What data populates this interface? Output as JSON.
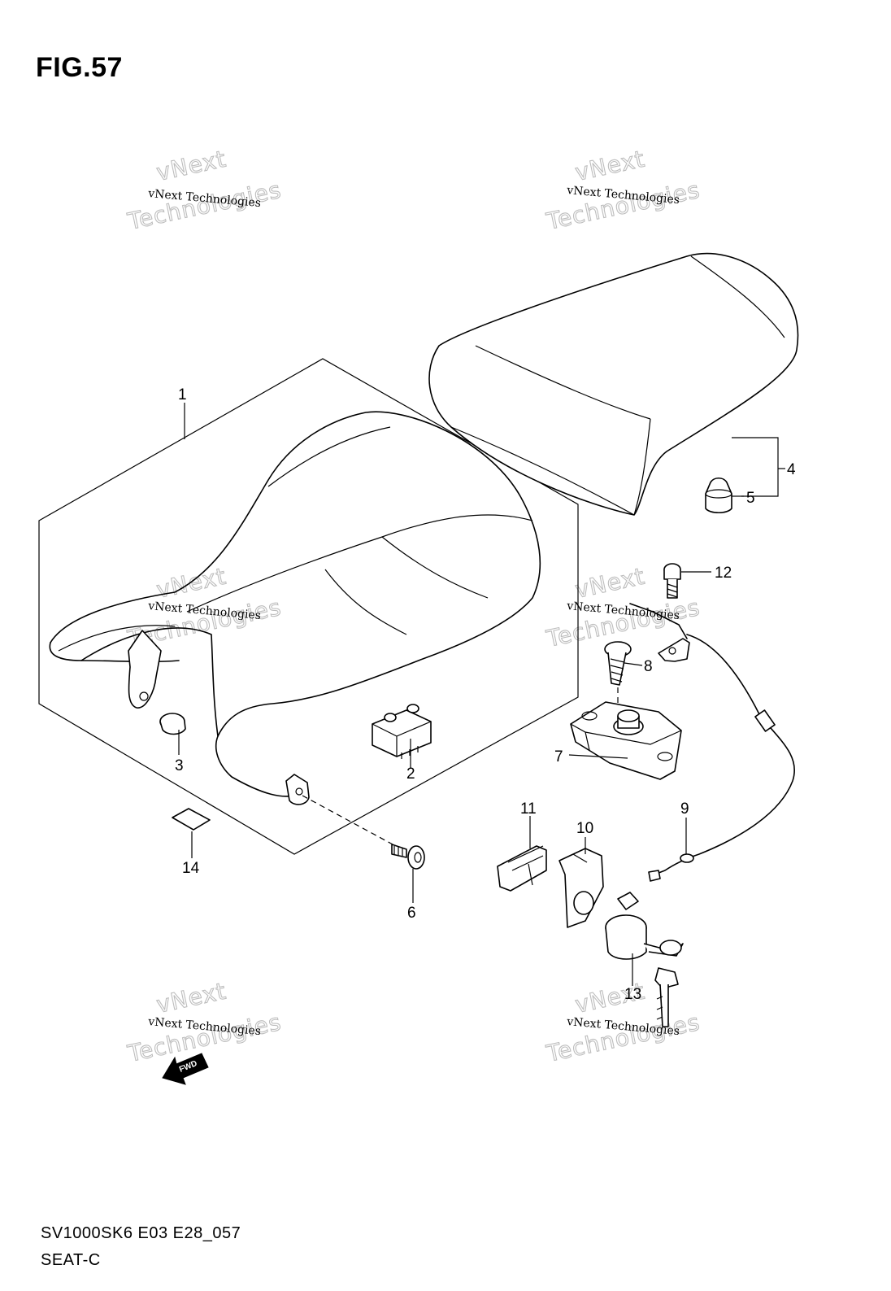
{
  "figure": {
    "title": "FIG.57",
    "model_code": "SV1000SK6 E03 E28_057",
    "section_name": "SEAT-C"
  },
  "watermark": {
    "line_small": "vNext Technologies",
    "line_top": "vNext",
    "line_bottom": "Technologies"
  },
  "fwd_label": "FWD",
  "callouts": [
    {
      "id": "1",
      "label": "1"
    },
    {
      "id": "2",
      "label": "2"
    },
    {
      "id": "3",
      "label": "3"
    },
    {
      "id": "4",
      "label": "4"
    },
    {
      "id": "5",
      "label": "5"
    },
    {
      "id": "6",
      "label": "6"
    },
    {
      "id": "7",
      "label": "7"
    },
    {
      "id": "8",
      "label": "8"
    },
    {
      "id": "9",
      "label": "9"
    },
    {
      "id": "10",
      "label": "10"
    },
    {
      "id": "11",
      "label": "11"
    },
    {
      "id": "12",
      "label": "12"
    },
    {
      "id": "13",
      "label": "13"
    },
    {
      "id": "14",
      "label": "14"
    }
  ]
}
